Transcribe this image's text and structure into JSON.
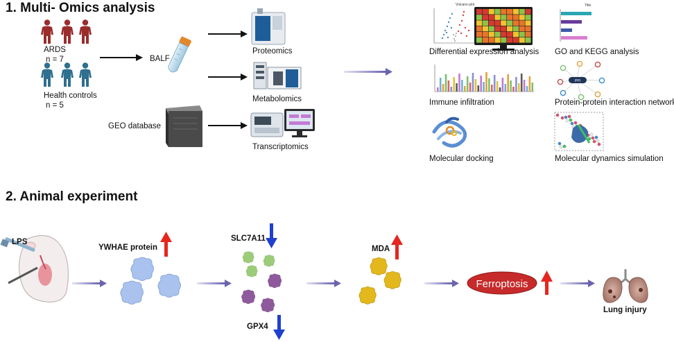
{
  "section1": {
    "title": "1.  Multi- Omics analysis",
    "ards_label": "ARDS",
    "ards_n": "n = 7",
    "controls_label": "Health controls",
    "controls_n": "n = 5",
    "balf_label": "BALF",
    "geo_label": "GEO database",
    "omics": [
      "Proteomics",
      "Metabolomics",
      "Transcriptomics"
    ],
    "analyses": [
      "Differential expression analysis",
      "GO and KEGG analysis",
      "Immune infiltration",
      "Protein-protein interaction network",
      "Molecular docking",
      "Molecular dynamics simulation"
    ],
    "volcano_title": "Volcano plot",
    "bar_title": "Title",
    "ppi_label": "PPI"
  },
  "section2": {
    "title": "2.  Animal experiment",
    "lps_label": "LPS",
    "ywhae_label": "YWHAE protein",
    "slc7a11_label": "SLC7A11",
    "gpx4_label": "GPX4",
    "mda_label": "MDA",
    "ferroptosis_label": "Ferroptosis",
    "lung_label": "Lung injury"
  },
  "colors": {
    "ards": "#9b2c2c",
    "controls": "#2f6f8f",
    "arrow_grad": "#6a64b0",
    "up_arrow": "#e5261f",
    "down_arrow": "#1f3fcf",
    "ferroptosis": "#c62a2a",
    "ywhae": "#a9c3ee",
    "slc7a11": "#9ccc7a",
    "gpx4": "#8e5a9c",
    "mda": "#e3b81c"
  }
}
